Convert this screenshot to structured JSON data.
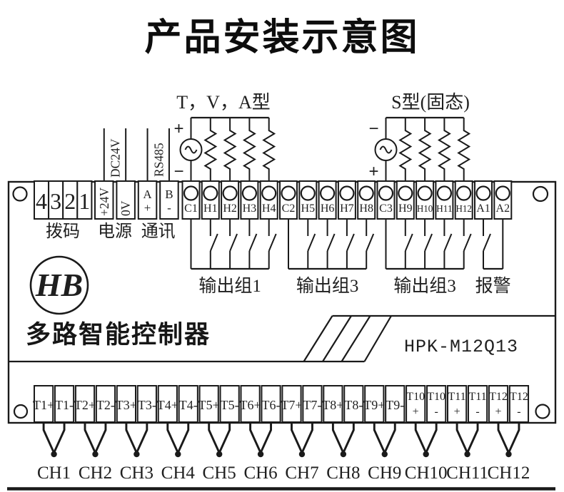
{
  "title": "产品安装示意图",
  "colors": {
    "ink": "#1a1a1a",
    "background": "#ffffff"
  },
  "top_wiring": {
    "left_group": {
      "label": "T，V，A型",
      "source_top_sign": "+",
      "source_bottom_sign": "−",
      "source_terminal": "C1",
      "load_terminals": [
        "H1",
        "H2",
        "H3",
        "H4"
      ]
    },
    "right_group": {
      "label": "S型(固态)",
      "source_top_sign": "−",
      "source_bottom_sign": "+",
      "source_terminal": "C3",
      "load_terminals": [
        "H9",
        "H10",
        "H11",
        "H12"
      ]
    },
    "power_bus_label": "DC24V",
    "comm_bus_label": "RS485"
  },
  "top_terminal_strip": {
    "dip_labels": [
      "4",
      "3",
      "2",
      "1"
    ],
    "power_comm": [
      {
        "label": "+24V",
        "style": "vertical"
      },
      {
        "label": "0V",
        "style": "vertical"
      },
      {
        "label": "A",
        "sub": "+",
        "style": "stacked"
      },
      {
        "label": "B",
        "sub": "-",
        "style": "stacked"
      }
    ],
    "screw_labels": [
      "C1",
      "H1",
      "H2",
      "H3",
      "H4",
      "C2",
      "H5",
      "H6",
      "H7",
      "H8",
      "C3",
      "H9",
      "H10",
      "H11",
      "H12",
      "A1",
      "A2"
    ],
    "section_labels": [
      "拨码",
      "电源",
      "通讯"
    ]
  },
  "output_groups": [
    {
      "label": "输出组1",
      "common_terminal": "C1",
      "switched_terminals": [
        "H1",
        "H2",
        "H3",
        "H4"
      ]
    },
    {
      "label": "输出组3",
      "common_terminal": "C2",
      "switched_terminals": [
        "H5",
        "H6",
        "H7",
        "H8"
      ]
    },
    {
      "label": "输出组3",
      "common_terminal": "C3",
      "switched_terminals": [
        "H9",
        "H10",
        "H11",
        "H12"
      ]
    },
    {
      "label": "报警",
      "common_terminal": "A2",
      "switched_terminals": [
        "A1"
      ]
    }
  ],
  "device": {
    "logo": "HB",
    "name": "多路智能控制器",
    "model": "HPK-M12Q13"
  },
  "bottom_terminal_strip": {
    "labels": [
      "T1+",
      "T1-",
      "T2+",
      "T2-",
      "T3+",
      "T3-",
      "T4+",
      "T4-",
      "T5+",
      "T5-",
      "T6+",
      "T6-",
      "T7+",
      "T7-",
      "T8+",
      "T8-",
      "T9+",
      "T9-",
      "T10+",
      "T10-",
      "T11+",
      "T11-",
      "T12+",
      "T12-"
    ]
  },
  "channels": [
    "CH1",
    "CH2",
    "CH3",
    "CH4",
    "CH5",
    "CH6",
    "CH7",
    "CH8",
    "CH9",
    "CH10",
    "CH11",
    "CH12"
  ]
}
